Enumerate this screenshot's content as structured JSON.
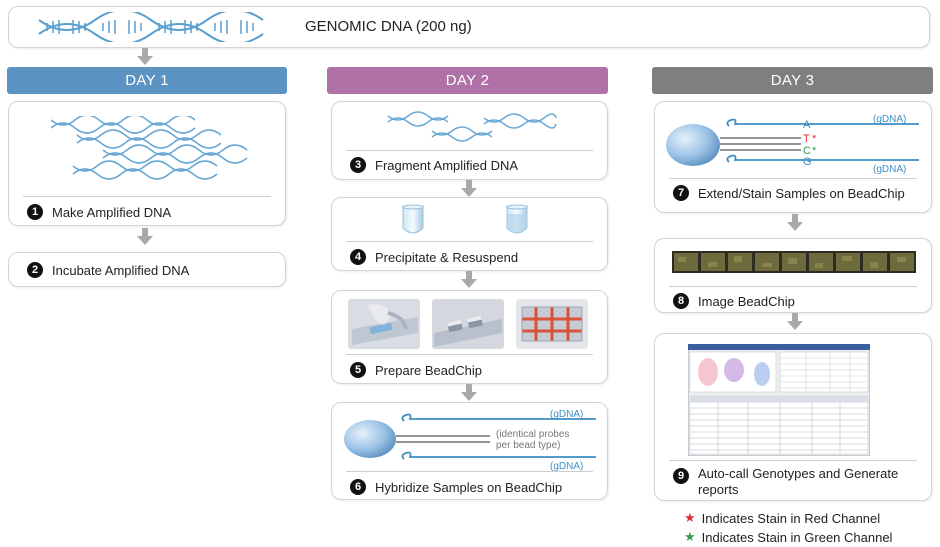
{
  "top": {
    "title": "GENOMIC DNA (200 ng)"
  },
  "days": [
    {
      "label": "DAY 1",
      "color": "#5b93c2"
    },
    {
      "label": "DAY 2",
      "color": "#b072a6"
    },
    {
      "label": "DAY 3",
      "color": "#7f7f7f"
    }
  ],
  "steps": [
    {
      "num": "1",
      "label": "Make Amplified DNA"
    },
    {
      "num": "2",
      "label": "Incubate Amplified DNA"
    },
    {
      "num": "3",
      "label": "Fragment Amplified DNA"
    },
    {
      "num": "4",
      "label": "Precipitate & Resuspend"
    },
    {
      "num": "5",
      "label": "Prepare BeadChip"
    },
    {
      "num": "6",
      "label": "Hybridize Samples on BeadChip"
    },
    {
      "num": "7",
      "label": "Extend/Stain Samples on BeadChip"
    },
    {
      "num": "8",
      "label": "Image BeadChip"
    },
    {
      "num": "9",
      "label": "Auto-call Genotypes and Generate reports"
    }
  ],
  "probe_labels": {
    "gdna": "(gDNA)",
    "identical_1": "(identical probes",
    "identical_2": "per bead type)",
    "base_a": "A",
    "base_t": "T",
    "base_c": "C",
    "base_g": "G",
    "asterisk": "*"
  },
  "legend": [
    {
      "star": "★",
      "color": "#e03030",
      "text": "Indicates Stain in Red Channel"
    },
    {
      "star": "★",
      "color": "#2e9e4e",
      "text": "Indicates Stain in Green Channel"
    }
  ]
}
